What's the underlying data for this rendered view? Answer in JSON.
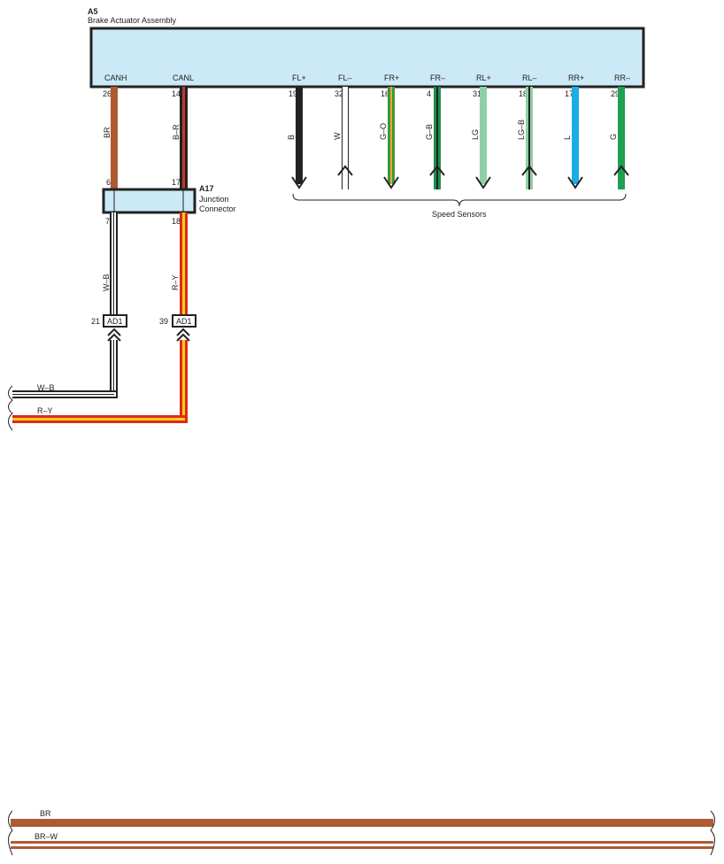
{
  "actuator": {
    "ref": "A5",
    "name": "Brake Actuator Assembly",
    "fill": "#cce9f7"
  },
  "junction": {
    "ref": "A17",
    "name_line1": "Junction",
    "name_line2": "Connector"
  },
  "can_wires": [
    {
      "id": "canh",
      "signal": "CANH",
      "pin_top": "26",
      "label": "BR",
      "pin_junction_in": "6",
      "pin_junction_out": "7",
      "label_out": "W–B",
      "connector_pin": "21",
      "connector": "AD1"
    },
    {
      "id": "canl",
      "signal": "CANL",
      "pin_top": "14",
      "label": "B–R",
      "pin_junction_in": "17",
      "pin_junction_out": "18",
      "label_out": "R–Y",
      "connector_pin": "39",
      "connector": "AD1"
    }
  ],
  "sensor_wires": [
    {
      "signal": "FL+",
      "pin": "19",
      "label": "B",
      "arrow": "down",
      "color": "#222222",
      "stripe": ""
    },
    {
      "signal": "FL–",
      "pin": "32",
      "label": "W",
      "arrow": "up",
      "color": "#ffffff",
      "stripe": ""
    },
    {
      "signal": "FR+",
      "pin": "16",
      "label": "G–O",
      "arrow": "down",
      "color": "#3a9a3a",
      "stripe": "#f2a33a"
    },
    {
      "signal": "FR–",
      "pin": "4",
      "label": "G–B",
      "arrow": "up",
      "color": "#1f8f4a",
      "stripe": "#222222"
    },
    {
      "signal": "RL+",
      "pin": "31",
      "label": "LG",
      "arrow": "down",
      "color": "#8fd0a4",
      "stripe": ""
    },
    {
      "signal": "RL–",
      "pin": "18",
      "label": "LG–B",
      "arrow": "up",
      "color": "#8fd0a4",
      "stripe": "#222222"
    },
    {
      "signal": "RR+",
      "pin": "17",
      "label": "L",
      "arrow": "down",
      "color": "#19aee6",
      "stripe": ""
    },
    {
      "signal": "RR–",
      "pin": "29",
      "label": "G",
      "arrow": "up",
      "color": "#1ea050",
      "stripe": ""
    }
  ],
  "speed_sensors_label": "Speed Sensors",
  "bus_lines": [
    {
      "label": "W–B"
    },
    {
      "label": "R–Y"
    }
  ],
  "bottom_lines": [
    {
      "label": "BR"
    },
    {
      "label": "BR–W"
    }
  ],
  "colors": {
    "brown": "#b05a33",
    "red": "#e02a1a",
    "yellow": "#f2d21a",
    "outline": "#222222"
  }
}
